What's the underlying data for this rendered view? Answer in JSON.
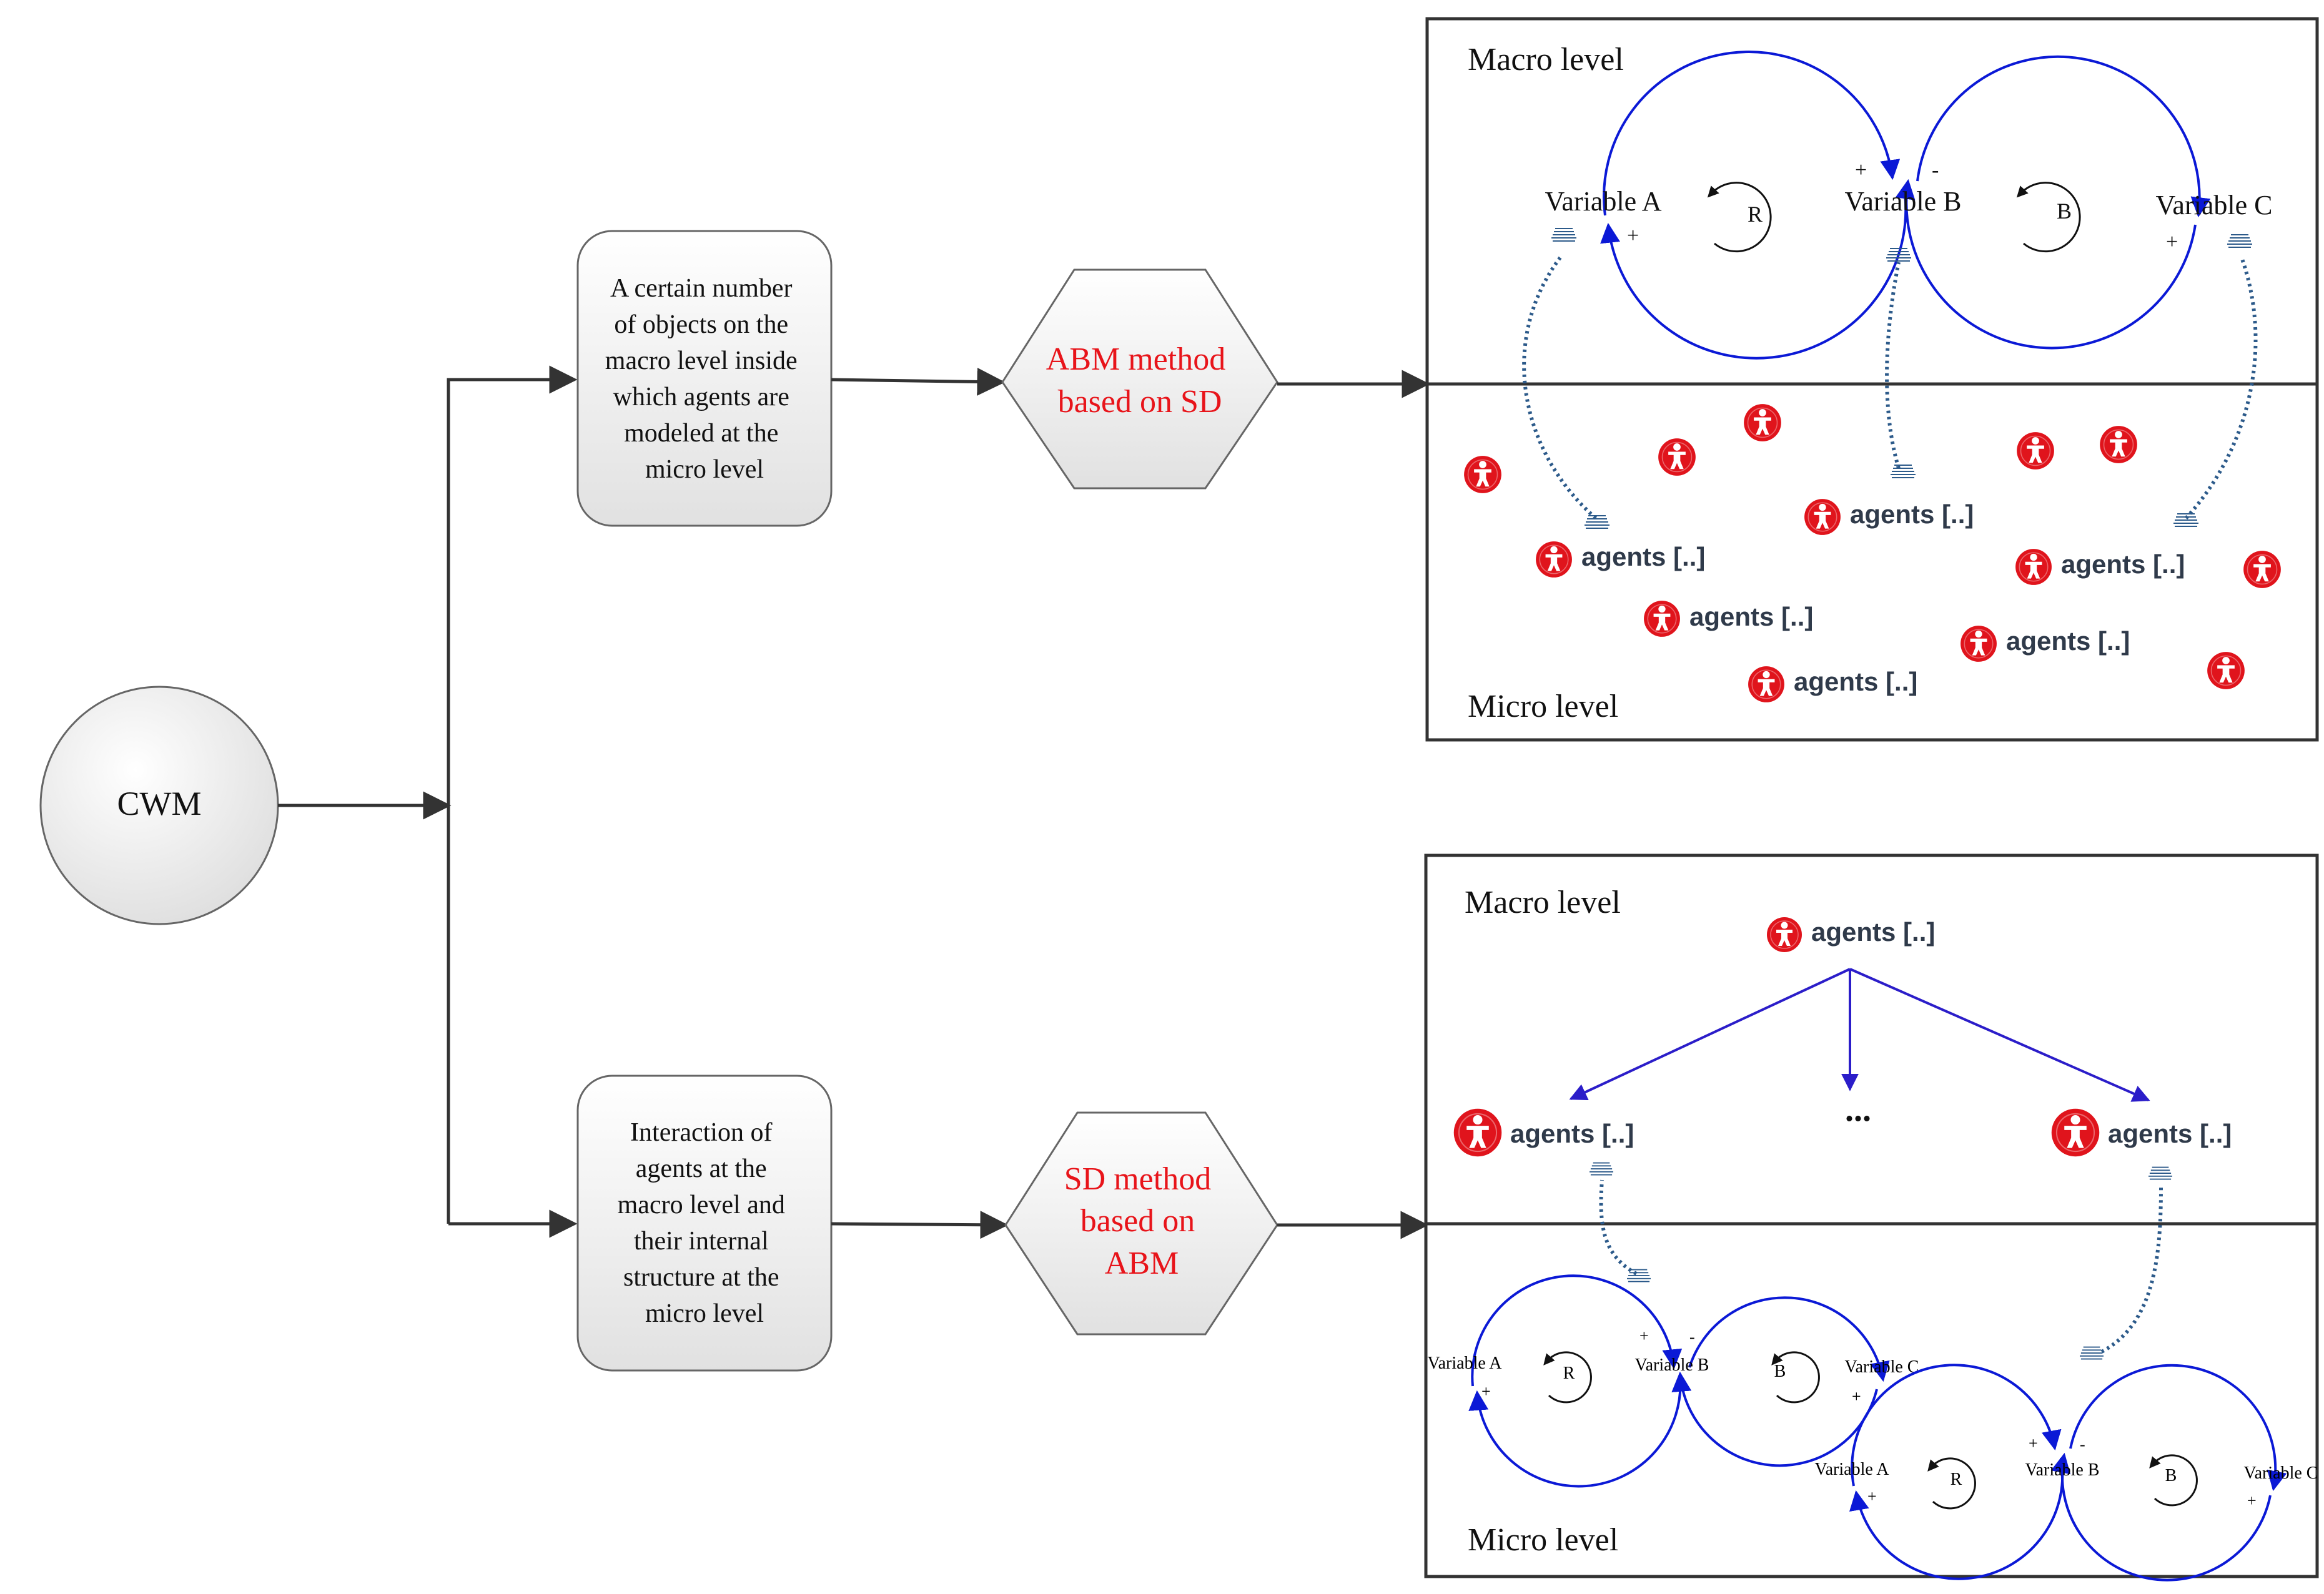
{
  "root": {
    "label": "CWM"
  },
  "branches": [
    {
      "description_lines": [
        "A certain number",
        "of objects on the",
        "macro level inside",
        "which agents are",
        "modeled at the",
        "micro level"
      ],
      "method_lines": [
        "ABM method",
        "based on SD"
      ],
      "macro_title": "Macro level",
      "micro_title": "Micro level",
      "variables": [
        "Variable A",
        "Variable B",
        "Variable C"
      ],
      "loops": [
        "R",
        "B"
      ],
      "agent_label": "agents [..]"
    },
    {
      "description_lines": [
        "Interaction of",
        "agents at the",
        "macro level and",
        "their internal",
        "structure at the",
        "micro level"
      ],
      "method_lines": [
        "SD method",
        "based on",
        "ABM"
      ],
      "macro_title": "Macro level",
      "micro_title": "Micro level",
      "top_agent_label": "agents [..]",
      "left_agent_label": "agents [..]",
      "right_agent_label": "agents [..]",
      "ellipsis": "...",
      "variables": [
        "Variable A",
        "Variable B",
        "Variable C"
      ],
      "loops": [
        "R",
        "B"
      ]
    }
  ],
  "signs": {
    "plus": "+",
    "minus": "-"
  },
  "colors": {
    "loop_line": "#0b19d6",
    "link_arrow": "#2b1dc9",
    "method_text": "#e8141a",
    "agent_icon": "#e0141c",
    "dashed_link": "#2c5a8a",
    "box_fill_light": "#ffffff",
    "box_fill_dark": "#e3e3e3"
  },
  "icons": [
    "agent-icon",
    "loop-circular-arrow-icon",
    "dashed-link-arrow-icon"
  ]
}
